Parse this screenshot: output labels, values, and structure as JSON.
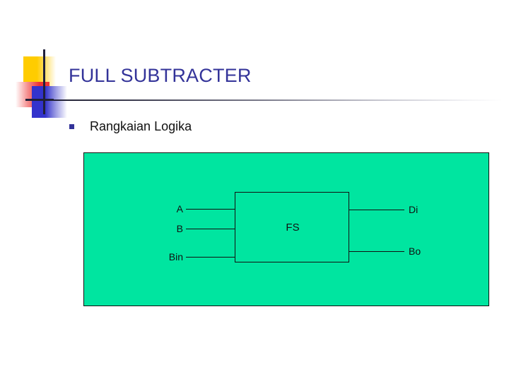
{
  "slide": {
    "title": "FULL SUBTRACTER",
    "bullets": [
      {
        "marker": "square-bullet",
        "text": "Rangkaian Logika"
      }
    ]
  },
  "logo": {
    "name": "powerpoint-design-accent",
    "yellow": "#FFCC00",
    "red": "#EE3333",
    "blue": "#3333CC",
    "line": "#20203A"
  },
  "theme": {
    "title_color": "#333399",
    "bullet_color": "#333399",
    "body_color": "#111111",
    "panel_background": "#00E5A0",
    "panel_border": "#111111",
    "page_background": "#FFFFFF"
  },
  "diagram": {
    "name": "full-subtracter-block-diagram",
    "block": {
      "label": "FS"
    },
    "inputs": [
      {
        "label": "A"
      },
      {
        "label": "B"
      },
      {
        "label": "Bin"
      }
    ],
    "outputs": [
      {
        "label": "Di"
      },
      {
        "label": "Bo"
      }
    ]
  }
}
